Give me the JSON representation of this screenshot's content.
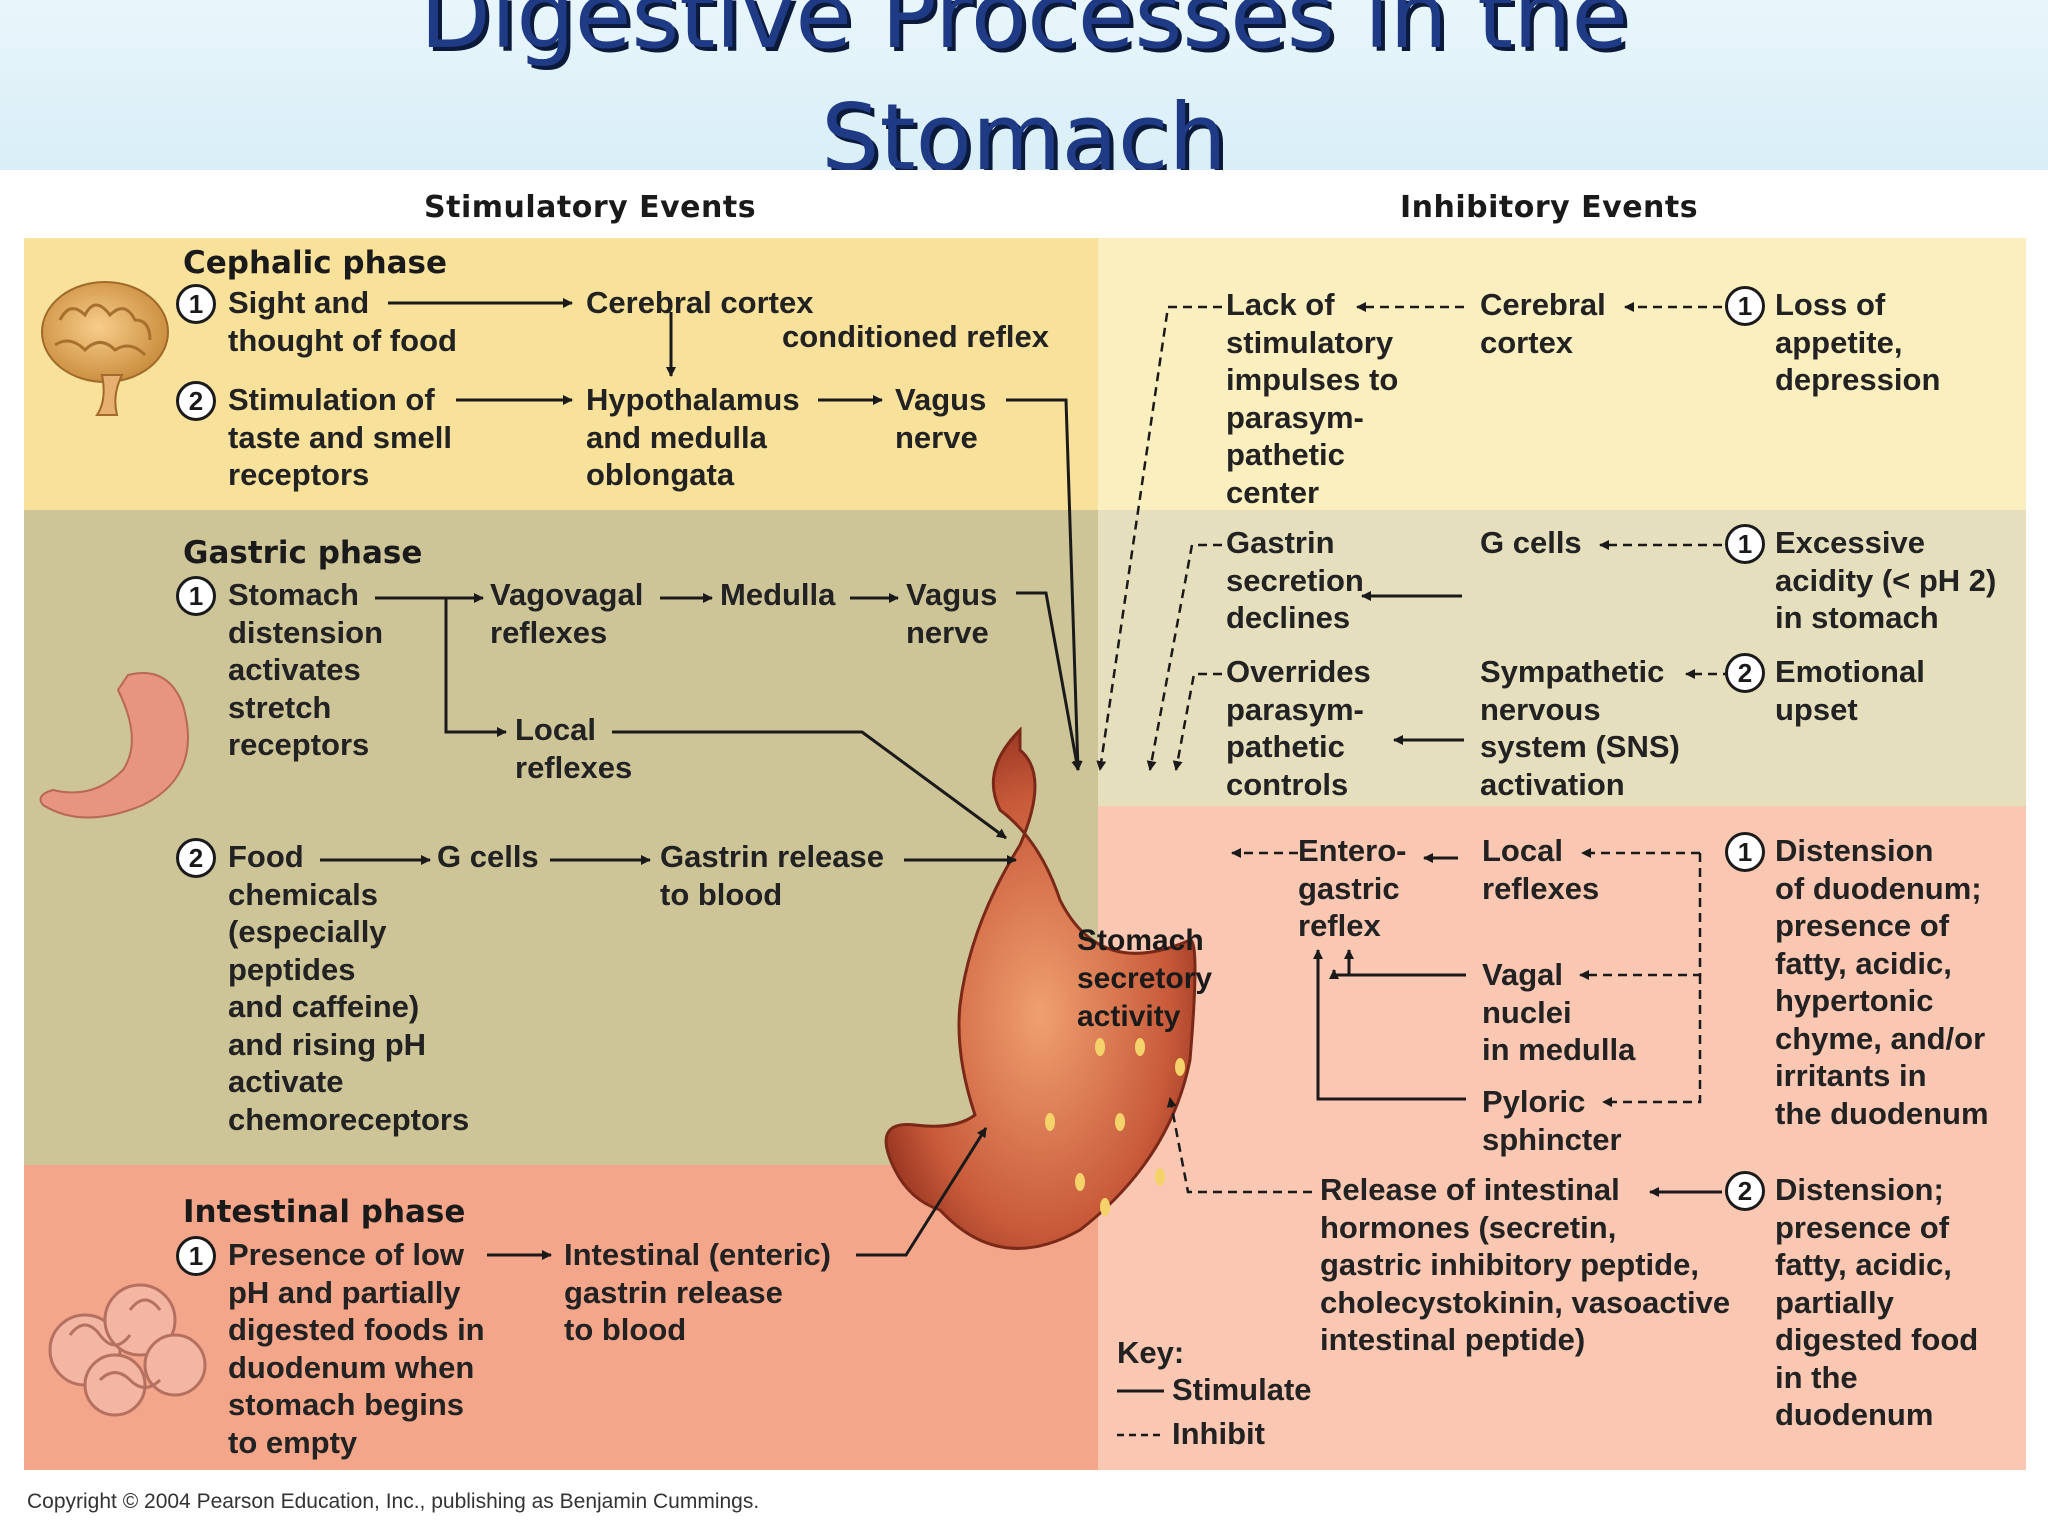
{
  "title": {
    "line1": "Digestive Processes in the",
    "line2": "Stomach"
  },
  "headers": {
    "stimulatory": "Stimulatory Events",
    "inhibitory": "Inhibitory Events"
  },
  "phases": {
    "cephalic": "Cephalic phase",
    "gastric": "Gastric phase",
    "intestinal": "Intestinal phase"
  },
  "stim": {
    "ceph1": "Sight and\nthought of food",
    "ceph_cortex": "Cerebral cortex",
    "ceph_cond": "conditioned reflex",
    "ceph2": "Stimulation of\ntaste and smell\nreceptors",
    "ceph_hypo": "Hypothalamus\nand medulla\noblongata",
    "ceph_vagus": "Vagus\nnerve",
    "gas1": "Stomach\ndistension\nactivates\nstretch\nreceptors",
    "gas_vagovagal": "Vagovagal\nreflexes",
    "gas_medulla": "Medulla",
    "gas_vagus": "Vagus\nnerve",
    "gas_local": "Local\nreflexes",
    "gas2": "Food\nchemicals\n(especially\npeptides\nand caffeine)\nand rising pH\nactivate\nchemoreceptors",
    "gas_gcells": "G cells",
    "gas_gastrin": "Gastrin release\nto blood",
    "int1": "Presence of low\npH and partially\ndigested foods in\nduodenum when\nstomach begins\nto empty",
    "int_gastrin": "Intestinal (enteric)\ngastrin release\nto blood"
  },
  "inhib": {
    "ceph_lack": "Lack of\nstimulatory\nimpulses to\nparasym-\npathetic\ncenter",
    "ceph_cortex": "Cerebral\ncortex",
    "ceph1": "Loss of\nappetite,\ndepression",
    "gas_gastrin": "Gastrin\nsecretion\ndeclines",
    "gas_gcells": "G cells",
    "gas1": "Excessive\nacidity (< pH 2)\nin stomach",
    "gas_overrides": "Overrides\nparasym-\npathetic\ncontrols",
    "gas_sns": "Sympathetic\nnervous\nsystem (SNS)\nactivation",
    "gas2": "Emotional\nupset",
    "int_entero": "Entero-\ngastric\nreflex",
    "int_local": "Local\nreflexes",
    "int_vagal": "Vagal\nnuclei\nin medulla",
    "int_pyloric": "Pyloric\nsphincter",
    "int1": "Distension\nof duodenum;\npresence of\nfatty, acidic,\nhypertonic\nchyme, and/or\nirritants in\nthe duodenum",
    "int_release": "Release of intestinal\nhormones (secretin,\ngastric inhibitory peptide,\ncholecystokinin, vasoactive\nintestinal peptide)",
    "int2": "Distension;\npresence of\nfatty, acidic,\npartially\ndigested food\nin the\nduodenum"
  },
  "stomach_label": "Stomach\nsecretory\nactivity",
  "key": {
    "title": "Key:",
    "stimulate": "Stimulate",
    "inhibit": "Inhibit"
  },
  "numbers": {
    "one": "1",
    "two": "2"
  },
  "copyright": "Copyright © 2004 Pearson Education, Inc., publishing as Benjamin Cummings.",
  "colors": {
    "cephalic_left": "#f8e19a",
    "cephalic_right": "#fbefc0",
    "gastric_left": "#cdc598",
    "gastric_right": "#e5dfbe",
    "intestinal_left": "#f4a68b",
    "intestinal_right": "#f9c7b2",
    "title_text": "#1f3b86"
  }
}
